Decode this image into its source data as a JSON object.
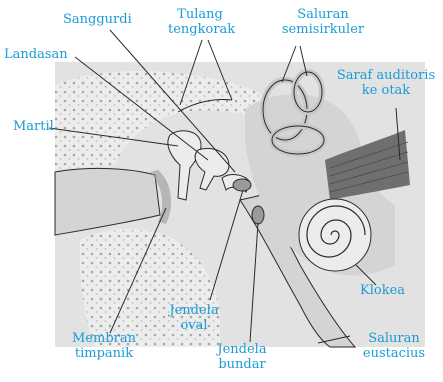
{
  "colors": {
    "label": "#1a9bd7",
    "line": "#2a2a2a",
    "bone": "#ececec",
    "tissue": "#d4d4d4",
    "dark_tissue": "#9a9a9a",
    "panel": "#e2e2e2",
    "nerve": "#6f6f6f"
  },
  "labels": {
    "sanggurdi": "Sanggurdi",
    "tulang_tengkorak": [
      "Tulang",
      "tengkorak"
    ],
    "saluran_semisirkuler": [
      "Saluran",
      "semisirkuler"
    ],
    "landasan": "Landasan",
    "saraf_auditoris": [
      "Saraf auditoris",
      "ke otak"
    ],
    "martil": "Martil",
    "klokea": "Klokea",
    "jendela_oval": [
      "Jendela",
      "oval"
    ],
    "membran_timpanik": [
      "Membran",
      "timpanik"
    ],
    "jendela_bundar": [
      "Jendela",
      "bundar"
    ],
    "saluran_eustacius": [
      "Saluran",
      "eustacius"
    ]
  }
}
